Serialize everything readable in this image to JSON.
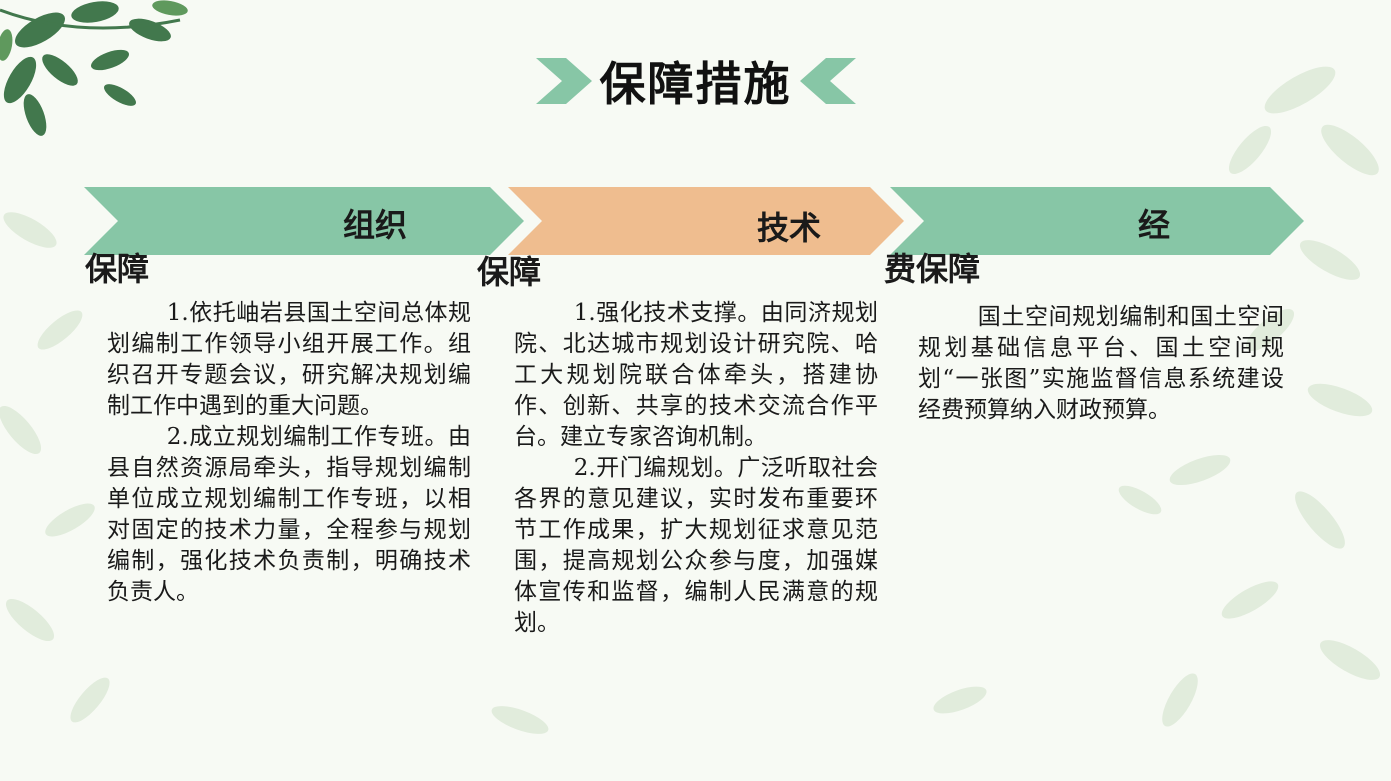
{
  "title": "保障措施",
  "colors": {
    "green": "#87c6a6",
    "orange": "#efbd8f",
    "leaf_dark": "#2f6b3b"
  },
  "columns": [
    {
      "arrow_label": "组织",
      "sub_label": "保障",
      "paragraphs": [
        "1.依托岫岩县国土空间总体规划编制工作领导小组开展工作。组织召开专题会议，研究解决规划编制工作中遇到的重大问题。",
        "2.成立规划编制工作专班。由县自然资源局牵头，指导规划编制单位成立规划编制工作专班，以相对固定的技术力量，全程参与规划编制，强化技术负责制，明确技术负责人。"
      ]
    },
    {
      "arrow_label": "技术",
      "sub_label": "保障",
      "paragraphs": [
        "1.强化技术支撑。由同济规划院、北达城市规划设计研究院、哈工大规划院联合体牵头，搭建协作、创新、共享的技术交流合作平台。建立专家咨询机制。",
        "2.开门编规划。广泛听取社会各界的意见建议，实时发布重要环节工作成果，扩大规划征求意见范围，提高规划公众参与度，加强媒体宣传和监督，编制人民满意的规划。"
      ]
    },
    {
      "arrow_label": "经",
      "sub_label": "费保障",
      "paragraphs": [
        "国土空间规划编制和国土空间规划基础信息平台、国土空间规划“一张图”实施监督信息系统建设经费预算纳入财政预算。"
      ]
    }
  ]
}
